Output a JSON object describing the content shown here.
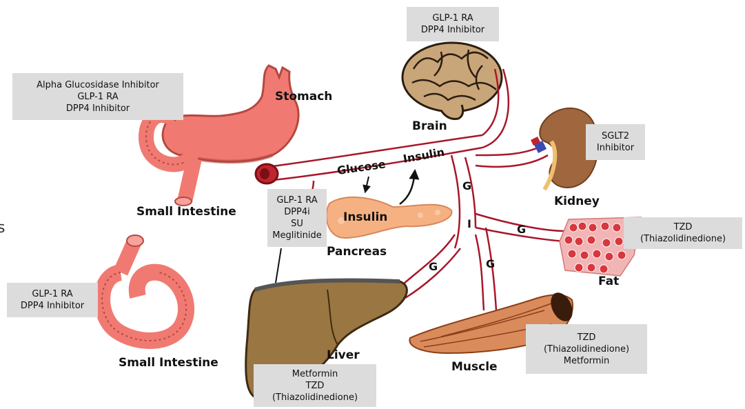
{
  "organs": {
    "stomach": "Stomach",
    "brain": "Brain",
    "kidney": "Kidney",
    "small_intestine_top": "Small Intestine",
    "small_intestine_bottom": "Small Intestine",
    "pancreas": "Pancreas",
    "liver": "Liver",
    "muscle": "Muscle",
    "fat": "Fat"
  },
  "vessel_labels": {
    "glucose": "Glucose",
    "insulin": "Insulin",
    "insulin_pancreas": "Insulin",
    "g_kidney_branch": "G",
    "g_fat_branch": "G",
    "g_liver_branch": "G",
    "g_muscle_branch": "G",
    "i_muscle_branch": "I"
  },
  "drug_boxes": {
    "brain": [
      "GLP-1 RA",
      "DPP4 Inhibitor"
    ],
    "stomach": [
      "Alpha Glucosidase Inhibitor",
      "GLP-1 RA",
      "DPP4 Inhibitor"
    ],
    "kidney": [
      "SGLT2",
      "Inhibitor"
    ],
    "pancreas": [
      "GLP-1 RA",
      "DPP4i",
      "SU",
      "Meglitinide"
    ],
    "fat": [
      "TZD",
      "(Thiazolidinedione)"
    ],
    "small_intestine": [
      "GLP-1 RA",
      "DPP4 Inhibitor"
    ],
    "muscle": [
      "TZD",
      "(Thiazolidinedione)",
      "Metformin"
    ],
    "liver": [
      "Metformin",
      "TZD",
      "(Thiazolidinedione)"
    ]
  },
  "side_fragment": "s",
  "colors": {
    "vessel": "#a8162a",
    "organ_pink": "#f07a72",
    "organ_dark": "#b5473f",
    "liver": "#9a7642",
    "muscle": "#d98b5c",
    "brain": "#c9a679",
    "kidney": "#a0663e",
    "box_bg": "#dcdcdc"
  }
}
